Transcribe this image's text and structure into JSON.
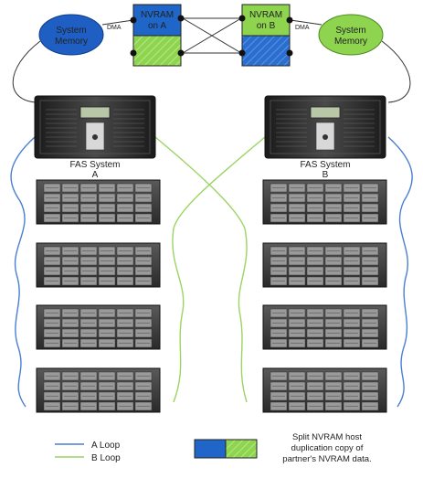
{
  "system_a": {
    "memory_label_1": "System",
    "memory_label_2": "Memory",
    "dma_label": "DMA",
    "nvram_label_1": "NVRAM",
    "nvram_label_2": "on A",
    "fas_label_1": "FAS System",
    "fas_label_2": "A"
  },
  "system_b": {
    "memory_label_1": "System",
    "memory_label_2": "Memory",
    "dma_label": "DMA",
    "nvram_label_1": "NVRAM",
    "nvram_label_2": "on B",
    "fas_label_1": "FAS System",
    "fas_label_2": "B"
  },
  "legend": {
    "a_loop": "A Loop",
    "b_loop": "B Loop",
    "split_line_1": "Split NVRAM host",
    "split_line_2": "duplication copy of",
    "split_line_3": "partner's NVRAM data."
  },
  "colors": {
    "a_blue": "#1f66c8",
    "b_green": "#8ed44f",
    "a_loop_line": "#4a7fd0",
    "b_loop_line": "#9ad462"
  }
}
